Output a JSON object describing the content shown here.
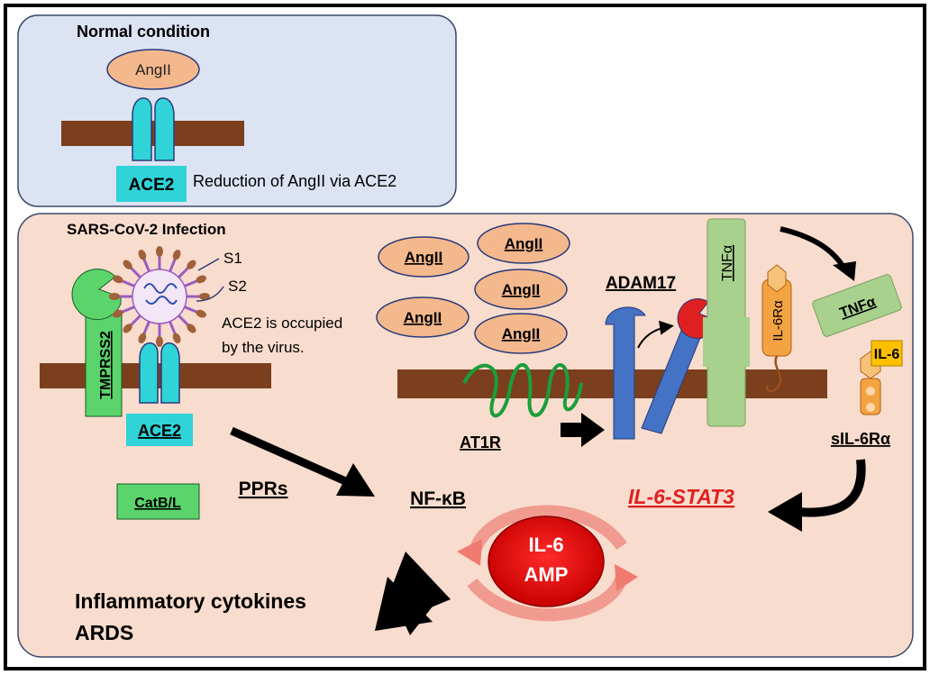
{
  "normal": {
    "title": "Normal condition",
    "angii": "AngII",
    "ace2": "ACE2",
    "caption": "Reduction of AngII via ACE2"
  },
  "infection": {
    "title": "SARS-CoV-2 Infection",
    "s1": "S1",
    "s2": "S2",
    "occupied_line1": "ACE2 is occupied",
    "occupied_line2": "by the virus.",
    "tmprss2": "TMPRSS2",
    "ace2": "ACE2",
    "catbl": "CatB/L",
    "pprs": "PPRs",
    "nfkb": "NF-κB",
    "angii_labels": [
      "AngII",
      "AngII",
      "AngII",
      "AngII",
      "AngII"
    ],
    "at1r": "AT1R",
    "adam17": "ADAM17",
    "tnfa_membrane": "TNFα",
    "il6ra": "IL-6Rα",
    "tnfa_soluble": "TNFα",
    "il6": "IL-6",
    "sil6ra": "sIL-6Rα",
    "il6_stat3": "IL-6-STAT3",
    "amp_line1": "IL-6",
    "amp_line2": "AMP",
    "outcome_line1": "Inflammatory cytokines",
    "outcome_line2": "ARDS"
  },
  "colors": {
    "normal_panel": "#dce3f3",
    "infection_panel": "#f8dccd",
    "membrane": "#7b3f1e",
    "ace2": "#2fd3d8",
    "angii": "#f3b88c",
    "tmprss2": "#5ad46b",
    "receptor_blue": "#4472c4",
    "tnfa_green": "#a9d18e",
    "il6_orange": "#f4a342",
    "il6_yellow": "#ffc000",
    "amp_red": "#e00000",
    "stat3_red": "#e02020",
    "virus_purple": "#b069d6",
    "at1r_green": "#1a9e3a"
  }
}
